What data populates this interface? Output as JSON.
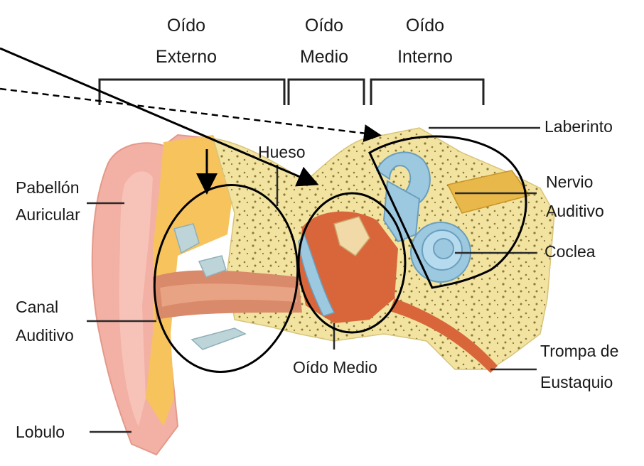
{
  "sections": [
    {
      "line1": "Oído",
      "line2": "Externo"
    },
    {
      "line1": "Oído",
      "line2": "Medio"
    },
    {
      "line1": "Oído",
      "line2": "Interno"
    }
  ],
  "labels": {
    "pabellon_1": "Pabellón",
    "pabellon_2": "Auricular",
    "canal_1": "Canal",
    "canal_2": "Auditivo",
    "lobulo": "Lobulo",
    "hueso": "Hueso",
    "oido_medio": "Oído Medio",
    "laberinto": "Laberinto",
    "nervio_1": "Nervio",
    "nervio_2": "Auditivo",
    "coclea": "Coclea",
    "trompa_1": "Trompa de",
    "trompa_2": "Eustaquio"
  },
  "colors": {
    "skin": "#f2b1a4",
    "cartilage": "#f7c35d",
    "bone": "#f2e3a0",
    "bone_dots": "#8a7a3a",
    "canal": "#d98a6a",
    "middle_ear": "#d9663a",
    "inner_ear": "#9cc8e0",
    "annotation": "#000000"
  }
}
